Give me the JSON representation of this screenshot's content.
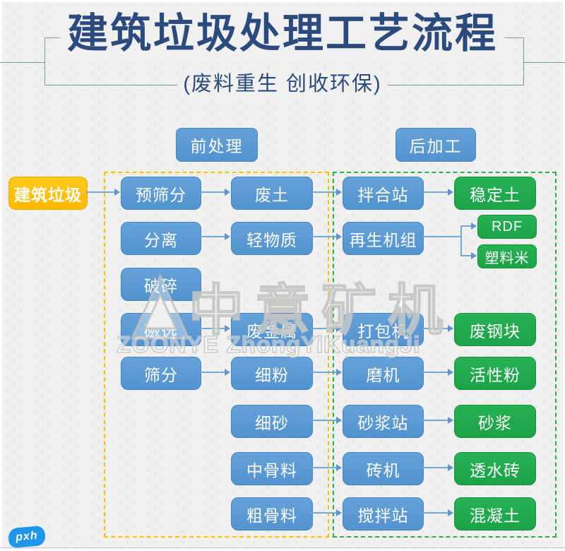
{
  "header": {
    "title": "建筑垃圾处理工艺流程",
    "subtitle": "(废料重生 创收环保)"
  },
  "sections": {
    "pre_label": "前处理",
    "post_label": "后加工"
  },
  "source_label": "建筑垃圾",
  "flow": {
    "stage1": [
      "预筛分",
      "分离",
      "破碎",
      "磁选",
      "筛分"
    ],
    "stage2": [
      "废土",
      "轻物质",
      "废金属",
      "细粉",
      "细砂",
      "中骨料",
      "粗骨料"
    ],
    "stage3": [
      "拌合站",
      "再生机组",
      "打包机",
      "磨机",
      "砂浆站",
      "砖机",
      "搅拌站"
    ],
    "products": [
      "稳定土",
      "RDF",
      "塑料米",
      "废钢块",
      "活性粉",
      "砂浆",
      "透水砖",
      "混凝土"
    ]
  },
  "connections": [
    [
      "建筑垃圾",
      "预筛分"
    ],
    [
      "预筛分",
      "废土"
    ],
    [
      "废土",
      "拌合站"
    ],
    [
      "拌合站",
      "稳定土"
    ],
    [
      "分离",
      "轻物质"
    ],
    [
      "轻物质",
      "再生机组"
    ],
    [
      "再生机组",
      "RDF"
    ],
    [
      "再生机组",
      "塑料米"
    ],
    [
      "磁选",
      "废金属"
    ],
    [
      "废金属",
      "打包机"
    ],
    [
      "打包机",
      "废钢块"
    ],
    [
      "筛分",
      "细粉"
    ],
    [
      "细粉",
      "磨机"
    ],
    [
      "磨机",
      "活性粉"
    ],
    [
      "细砂",
      "砂浆站"
    ],
    [
      "砂浆站",
      "砂浆"
    ],
    [
      "中骨料",
      "砖机"
    ],
    [
      "砖机",
      "透水砖"
    ],
    [
      "粗骨料",
      "搅拌站"
    ],
    [
      "搅拌站",
      "混凝土"
    ]
  ],
  "watermark": {
    "cn": "中意矿机",
    "en": "ZOONYE ZhongYiKuangJi"
  },
  "stamp": "pxh",
  "colors": {
    "title_navy": "#2b4a7d",
    "node_blue": "#5b9bd5",
    "node_green": "#1fab4f",
    "node_yellow": "#ffc20e",
    "dash_yellow": "#ffc000",
    "dash_green": "#2bae4f",
    "arrow_blue": "#74a7da",
    "background": "#f0f0ee"
  }
}
